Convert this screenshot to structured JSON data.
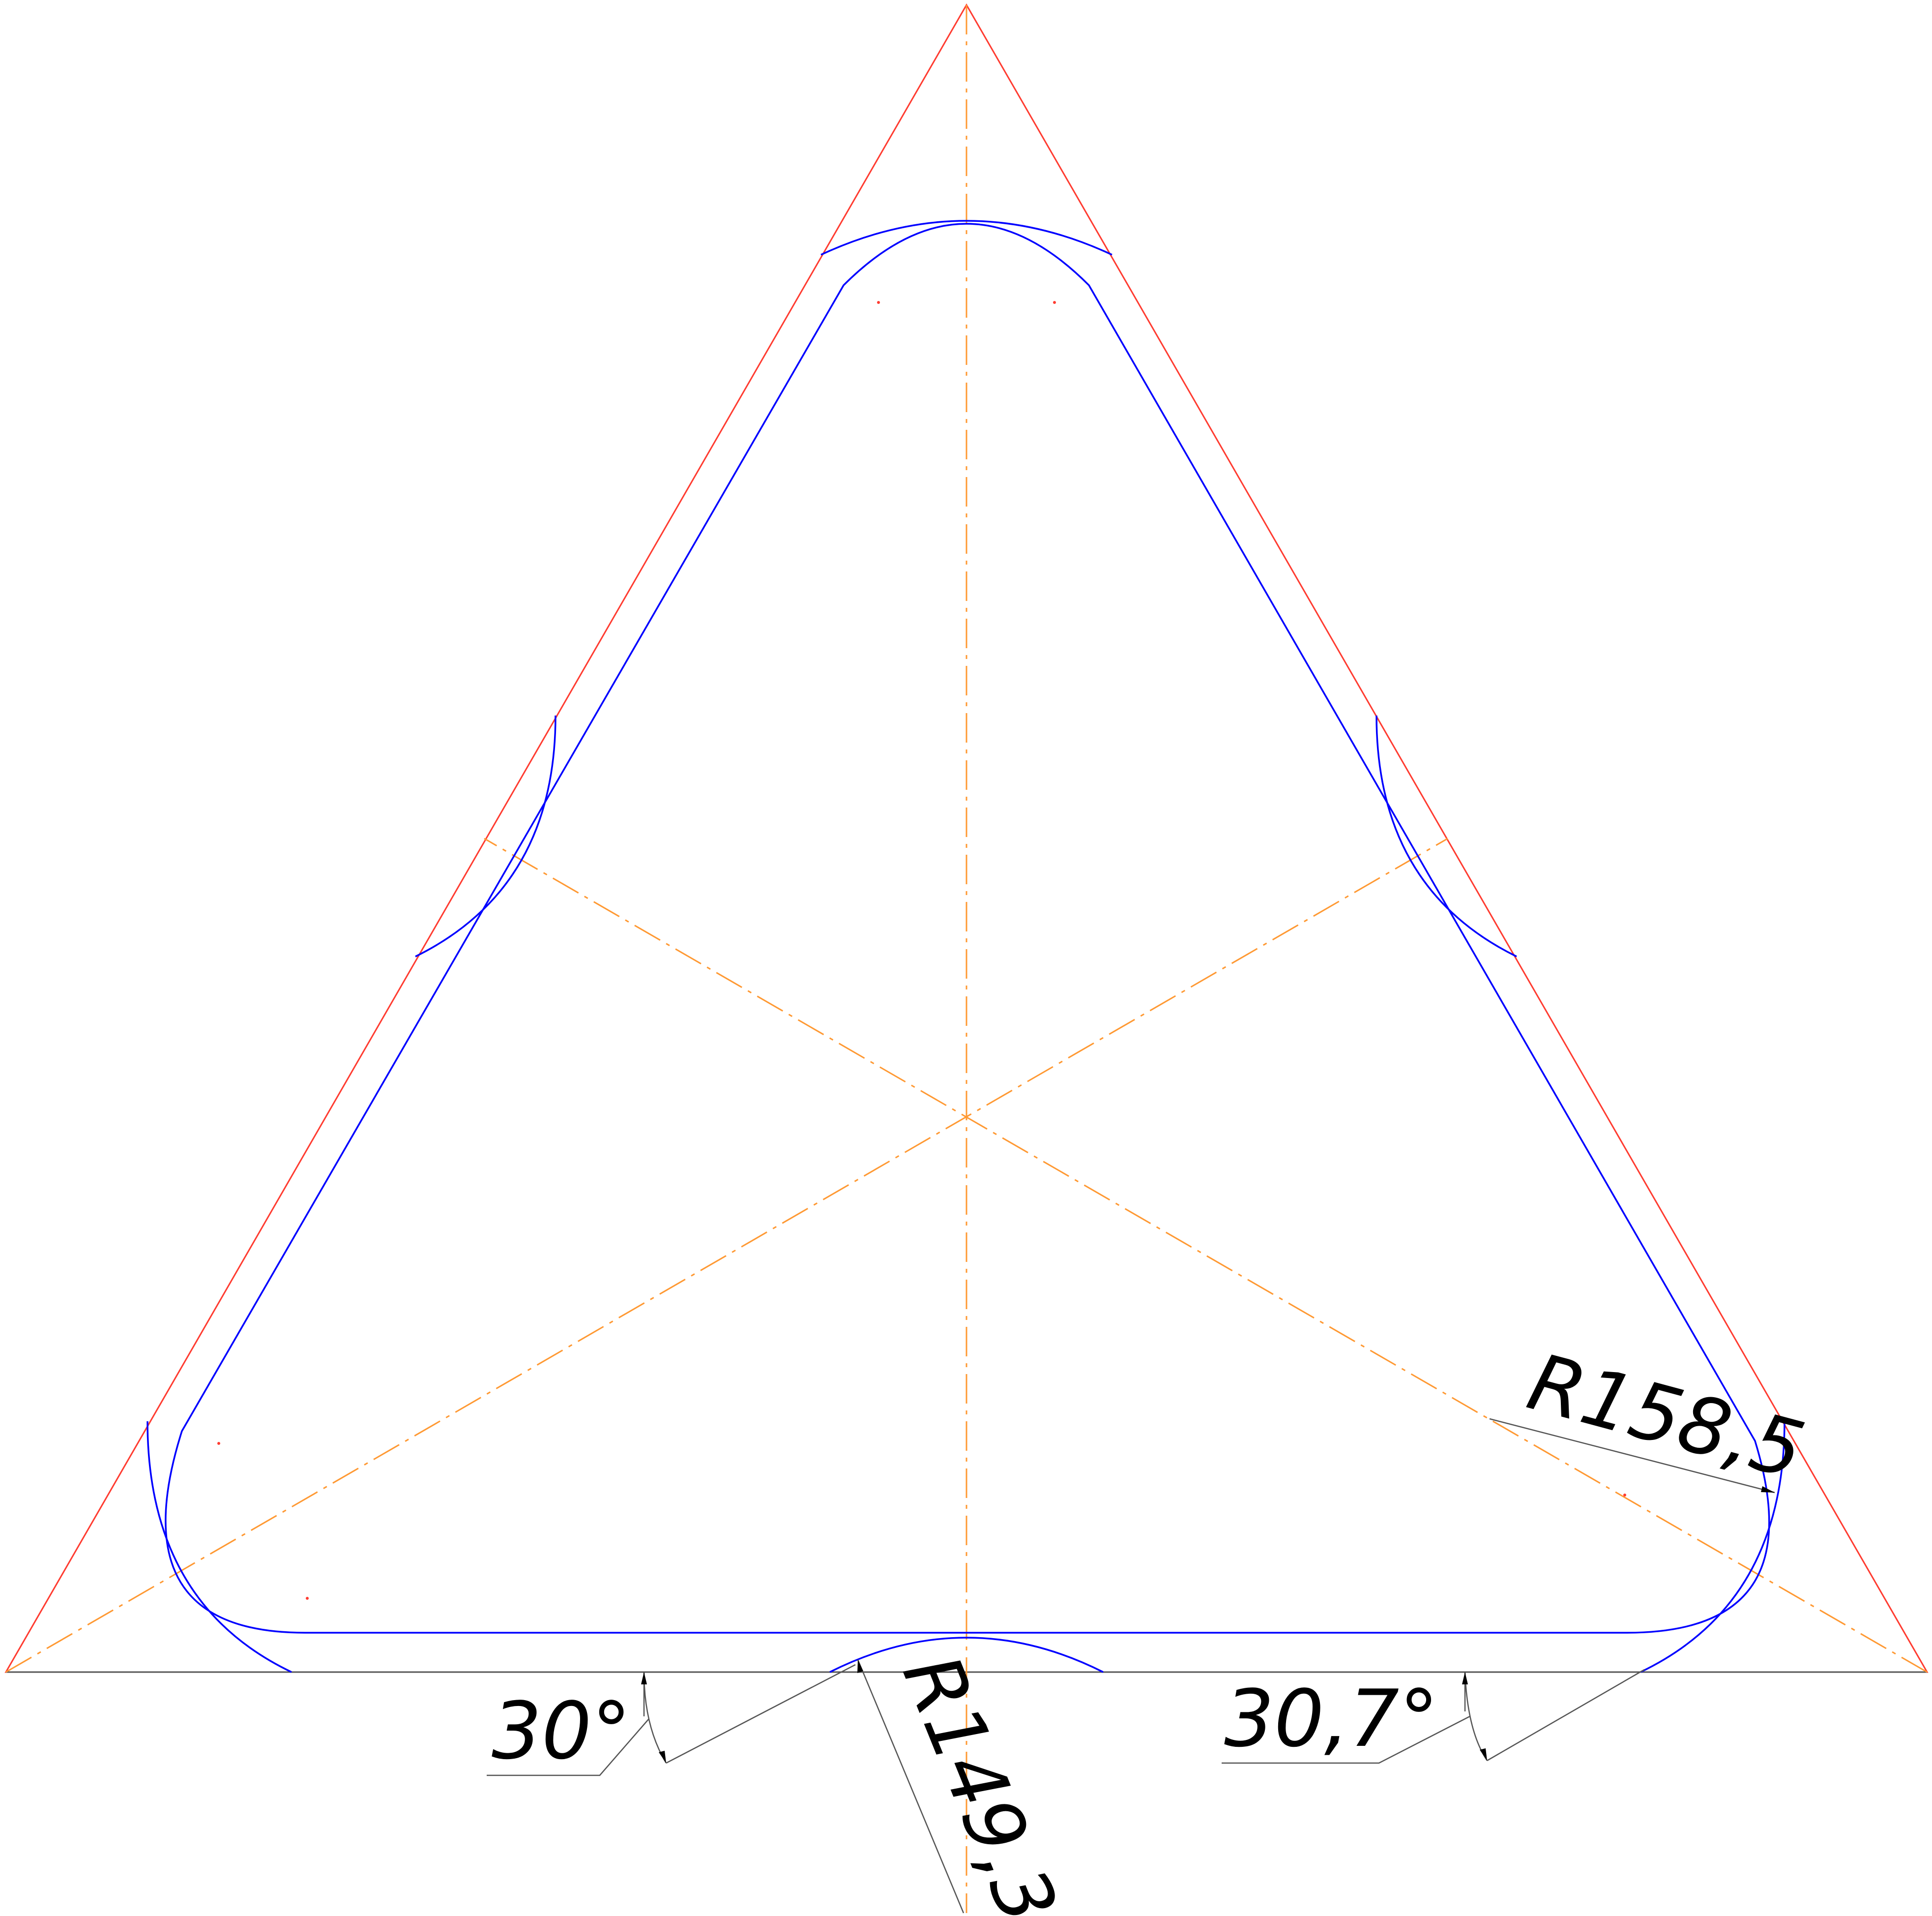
{
  "drawing": {
    "colors": {
      "construction": "#ff3b30",
      "axis": "#ff9933",
      "contour": "#0000ff",
      "dimension": "#000000"
    },
    "dimensions": {
      "angle_left": "30°",
      "radius_bottom": "R149,3",
      "angle_right": "30,7°",
      "radius_right": "R158,5"
    }
  }
}
